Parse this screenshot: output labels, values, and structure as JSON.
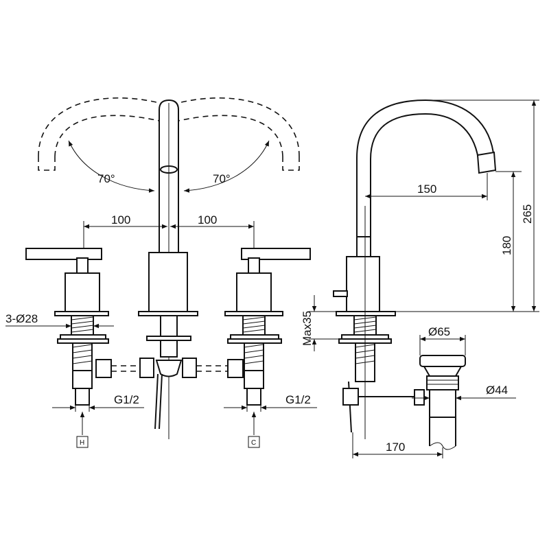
{
  "dimensions": {
    "angle_left": "70°",
    "angle_right": "70°",
    "spacing_left": "100",
    "spacing_right": "100",
    "hole_diameter": "3-Ø28",
    "thread_left": "G1/2",
    "thread_right": "G1/2",
    "hot_marker": "H",
    "cold_marker": "C",
    "spout_reach": "150",
    "spout_height": "180",
    "overall_height": "265",
    "max_deck": "Max35",
    "waste_diameter_top": "Ø65",
    "waste_diameter_body": "Ø44",
    "waste_distance": "170"
  }
}
